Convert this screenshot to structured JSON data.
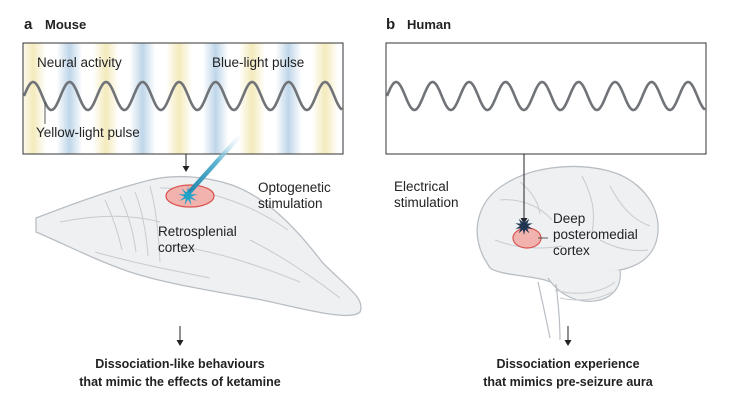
{
  "panels": [
    {
      "letter": "a",
      "title": "Mouse",
      "labels": {
        "neural_activity": "Neural activity",
        "blue_pulse": "Blue-light pulse",
        "yellow_pulse": "Yellow-light pulse",
        "stimulation": [
          "Optogenetic",
          "stimulation"
        ],
        "region": [
          "Retrosplenial",
          "cortex"
        ]
      },
      "caption": [
        "Dissociation-like behaviours",
        "that mimic the effects of ketamine"
      ]
    },
    {
      "letter": "b",
      "title": "Human",
      "labels": {
        "stimulation": [
          "Electrical",
          "stimulation"
        ],
        "region": [
          "Deep",
          "posteromedial",
          "cortex"
        ]
      },
      "caption": [
        "Dissociation experience",
        "that mimics pre-seizure aura"
      ]
    }
  ],
  "colors": {
    "wave": "#707378",
    "blue_light": "#bcd4e8",
    "yellow_light": "#f3e9b8",
    "brain_fill": "#eef0f2",
    "brain_stroke": "#b9bec4",
    "region_fill": "#f2b3ae",
    "region_stroke": "#d9534f",
    "fiber": "#1b7fa6",
    "spark_mouse": "#1fa3c9",
    "spark_human": "#1f3552"
  },
  "icons": [
    "down-arrow-icon",
    "optical-fiber-icon",
    "stimulation-star-icon",
    "electrode-icon"
  ]
}
